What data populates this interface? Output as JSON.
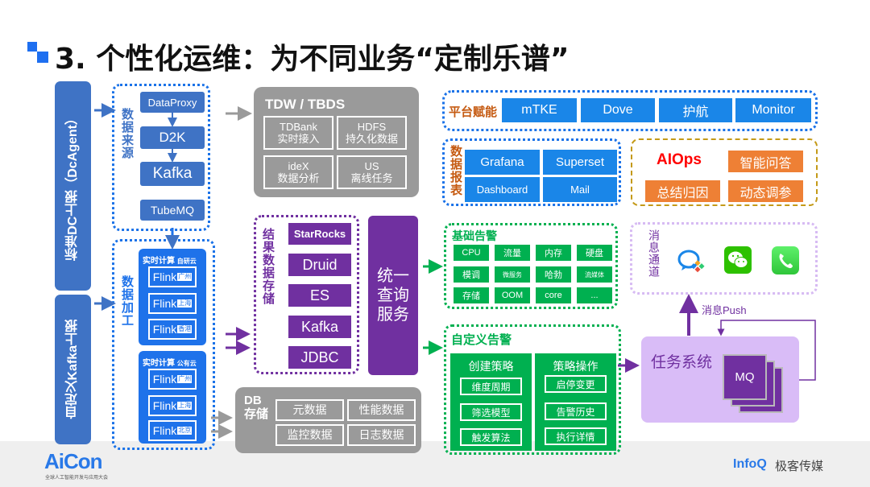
{
  "title": "3. 个性化运维：为不同业务“定制乐谱”",
  "left_sources": {
    "dc_report": "标准DC上报（DcAgent）",
    "kafka_report": "自定义Kafka上报"
  },
  "data_source": {
    "label": "数据来源",
    "items": [
      "DataProxy",
      "D2K",
      "Kafka",
      "TubeMQ"
    ]
  },
  "data_processing": {
    "label": "数据加工",
    "groups": [
      {
        "header": "实时计算",
        "sub": "自研云",
        "items": [
          {
            "name": "Flink",
            "region": "广州"
          },
          {
            "name": "Flink",
            "region": "上海"
          },
          {
            "name": "Flink",
            "region": "香港"
          }
        ]
      },
      {
        "header": "实时计算",
        "sub": "公有云",
        "items": [
          {
            "name": "Flink",
            "region": "广州"
          },
          {
            "name": "Flink",
            "region": "上海"
          },
          {
            "name": "Flink",
            "region": "北京"
          }
        ]
      }
    ]
  },
  "tdw": {
    "title": "TDW / TBDS",
    "cells": [
      {
        "name": "TDBank",
        "desc": "实时接入"
      },
      {
        "name": "HDFS",
        "desc": "持久化数据"
      },
      {
        "name": "ideX",
        "desc": "数据分析"
      },
      {
        "name": "US",
        "desc": "离线任务"
      }
    ]
  },
  "result_storage": {
    "label": "结果数据存储",
    "items": [
      "StarRocks",
      "Druid",
      "ES",
      "Kafka",
      "JDBC"
    ]
  },
  "query_service": "统一查询服务",
  "db_storage": {
    "title": "DB 存储",
    "cells": [
      "元数据",
      "性能数据",
      "监控数据",
      "日志数据"
    ]
  },
  "platform": {
    "label": "平台赋能",
    "items": [
      "mTKE",
      "Dove",
      "护航",
      "Monitor"
    ]
  },
  "reports": {
    "label": "数据报表",
    "items": [
      "Grafana",
      "Superset",
      "Dashboard",
      "Mail"
    ]
  },
  "aiops": {
    "title": "AIOps",
    "items": [
      "智能问答",
      "总结归因",
      "动态调参"
    ]
  },
  "basic_alert": {
    "label": "基础告警",
    "items": [
      "CPU",
      "流量",
      "内存",
      "硬盘",
      "模调",
      "微服务",
      "哈勃",
      "流媒体",
      "存储",
      "OOM",
      "core",
      "..."
    ]
  },
  "custom_alert": {
    "label": "自定义告警",
    "create": {
      "title": "创建策略",
      "items": [
        "维度周期",
        "筛选模型",
        "触发算法"
      ]
    },
    "ops": {
      "title": "策略操作",
      "items": [
        "启停变更",
        "告警历史",
        "执行详情"
      ]
    }
  },
  "message_channel": {
    "label": "消息通道",
    "icons": [
      "wecom-icon",
      "wechat-icon",
      "phone-icon"
    ]
  },
  "push_label": "消息Push",
  "task_system": {
    "title": "任务系统",
    "mq": "MQ"
  },
  "footer": {
    "left_logo": "AiCon",
    "left_sub": "全球人工智能开发与应用大会",
    "right_logo": "InfoQ",
    "right_text": "极客传媒"
  },
  "colors": {
    "blue": "#1e72ea",
    "dark_blue": "#3f73c5",
    "purple": "#7030a0",
    "green": "#00b050",
    "orange": "#ee8035",
    "gray": "#9a9a9a",
    "lilac": "#d9bcf7"
  }
}
